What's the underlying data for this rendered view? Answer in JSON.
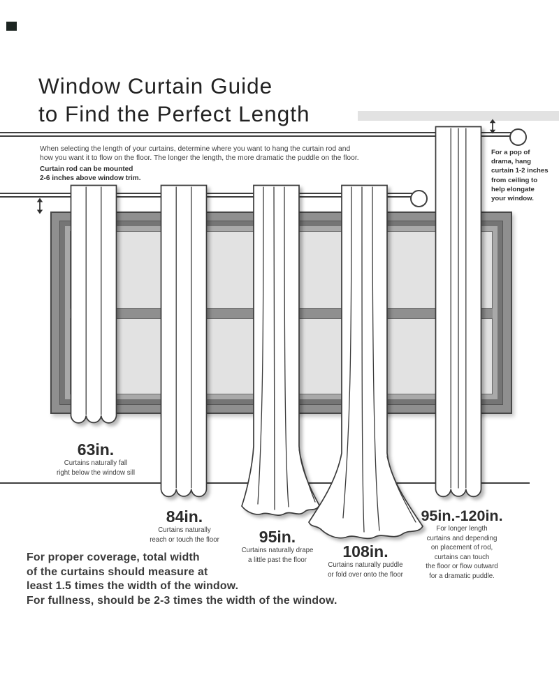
{
  "title": {
    "line1": "Window Curtain Guide",
    "line2": "to Find the Perfect Length"
  },
  "intro": {
    "line1": "When selecting the length of your curtains, determine where you want to hang the curtain rod and",
    "line2": "how you want it to flow on the floor. The longer the length, the more dramatic the puddle on the floor."
  },
  "rod_note": {
    "line1": "Curtain rod can be mounted",
    "line2": "2-6 inches above window trim."
  },
  "ceiling_note": {
    "line1": "For a pop of",
    "line2": "drama, hang",
    "line3": "curtain 1-2 inches",
    "line4": "from ceiling to",
    "line5": "help elongate",
    "line6": "your window."
  },
  "curtains": [
    {
      "length": "63in.",
      "caption_line1": "Curtains naturally fall",
      "caption_line2": "right below the window sill"
    },
    {
      "length": "84in.",
      "caption_line1": "Curtains naturally",
      "caption_line2": "reach or touch the floor"
    },
    {
      "length": "95in.",
      "caption_line1": "Curtains naturally drape",
      "caption_line2": "a little past the floor"
    },
    {
      "length": "108in.",
      "caption_line1": "Curtains naturally puddle",
      "caption_line2": "or fold over onto the floor"
    },
    {
      "length": "95in.-120in.",
      "caption_line1": "For longer length",
      "caption_line2": "curtains and depending",
      "caption_line3": "on placement of rod,",
      "caption_line4": "curtains can touch",
      "caption_line5": "the floor or flow outward",
      "caption_line6": "for a dramatic puddle."
    }
  ],
  "footer": {
    "line1": "For proper coverage, total width",
    "line2": "of the curtains should measure at",
    "line3": "least 1.5 times the width of the window.",
    "line4": "For fullness, should be 2-3 times the width of the window."
  },
  "colors": {
    "text": "#2e2e2e",
    "line": "#3f3f3f",
    "frame_outer": "#8f8f8f",
    "frame_dark": "#757575",
    "frame_light": "#a9a9a9",
    "pane": "#e2e2e2",
    "ceiling_bar": "#e2e2e2",
    "curtain": "#ffffff"
  }
}
